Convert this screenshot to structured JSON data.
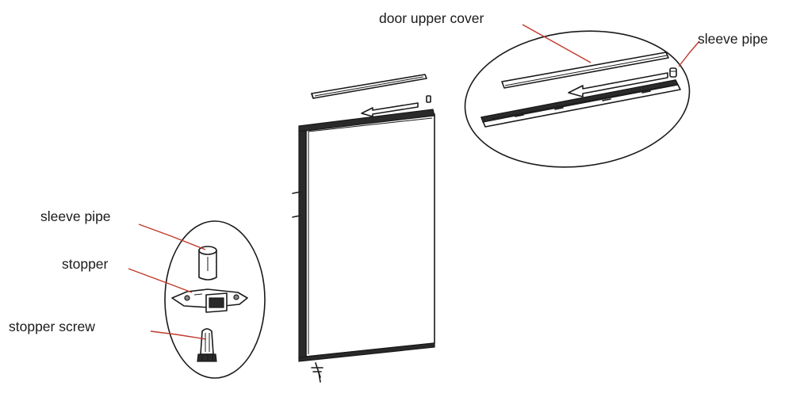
{
  "labels": {
    "door_upper_cover": "door upper cover",
    "sleeve_pipe_top": "sleeve pipe",
    "sleeve_pipe_left": "sleeve pipe",
    "stopper": "stopper",
    "stopper_screw": "stopper screw"
  },
  "colors": {
    "leader_line": "#c0392b",
    "outline": "#1a1a1a",
    "background": "#ffffff"
  }
}
